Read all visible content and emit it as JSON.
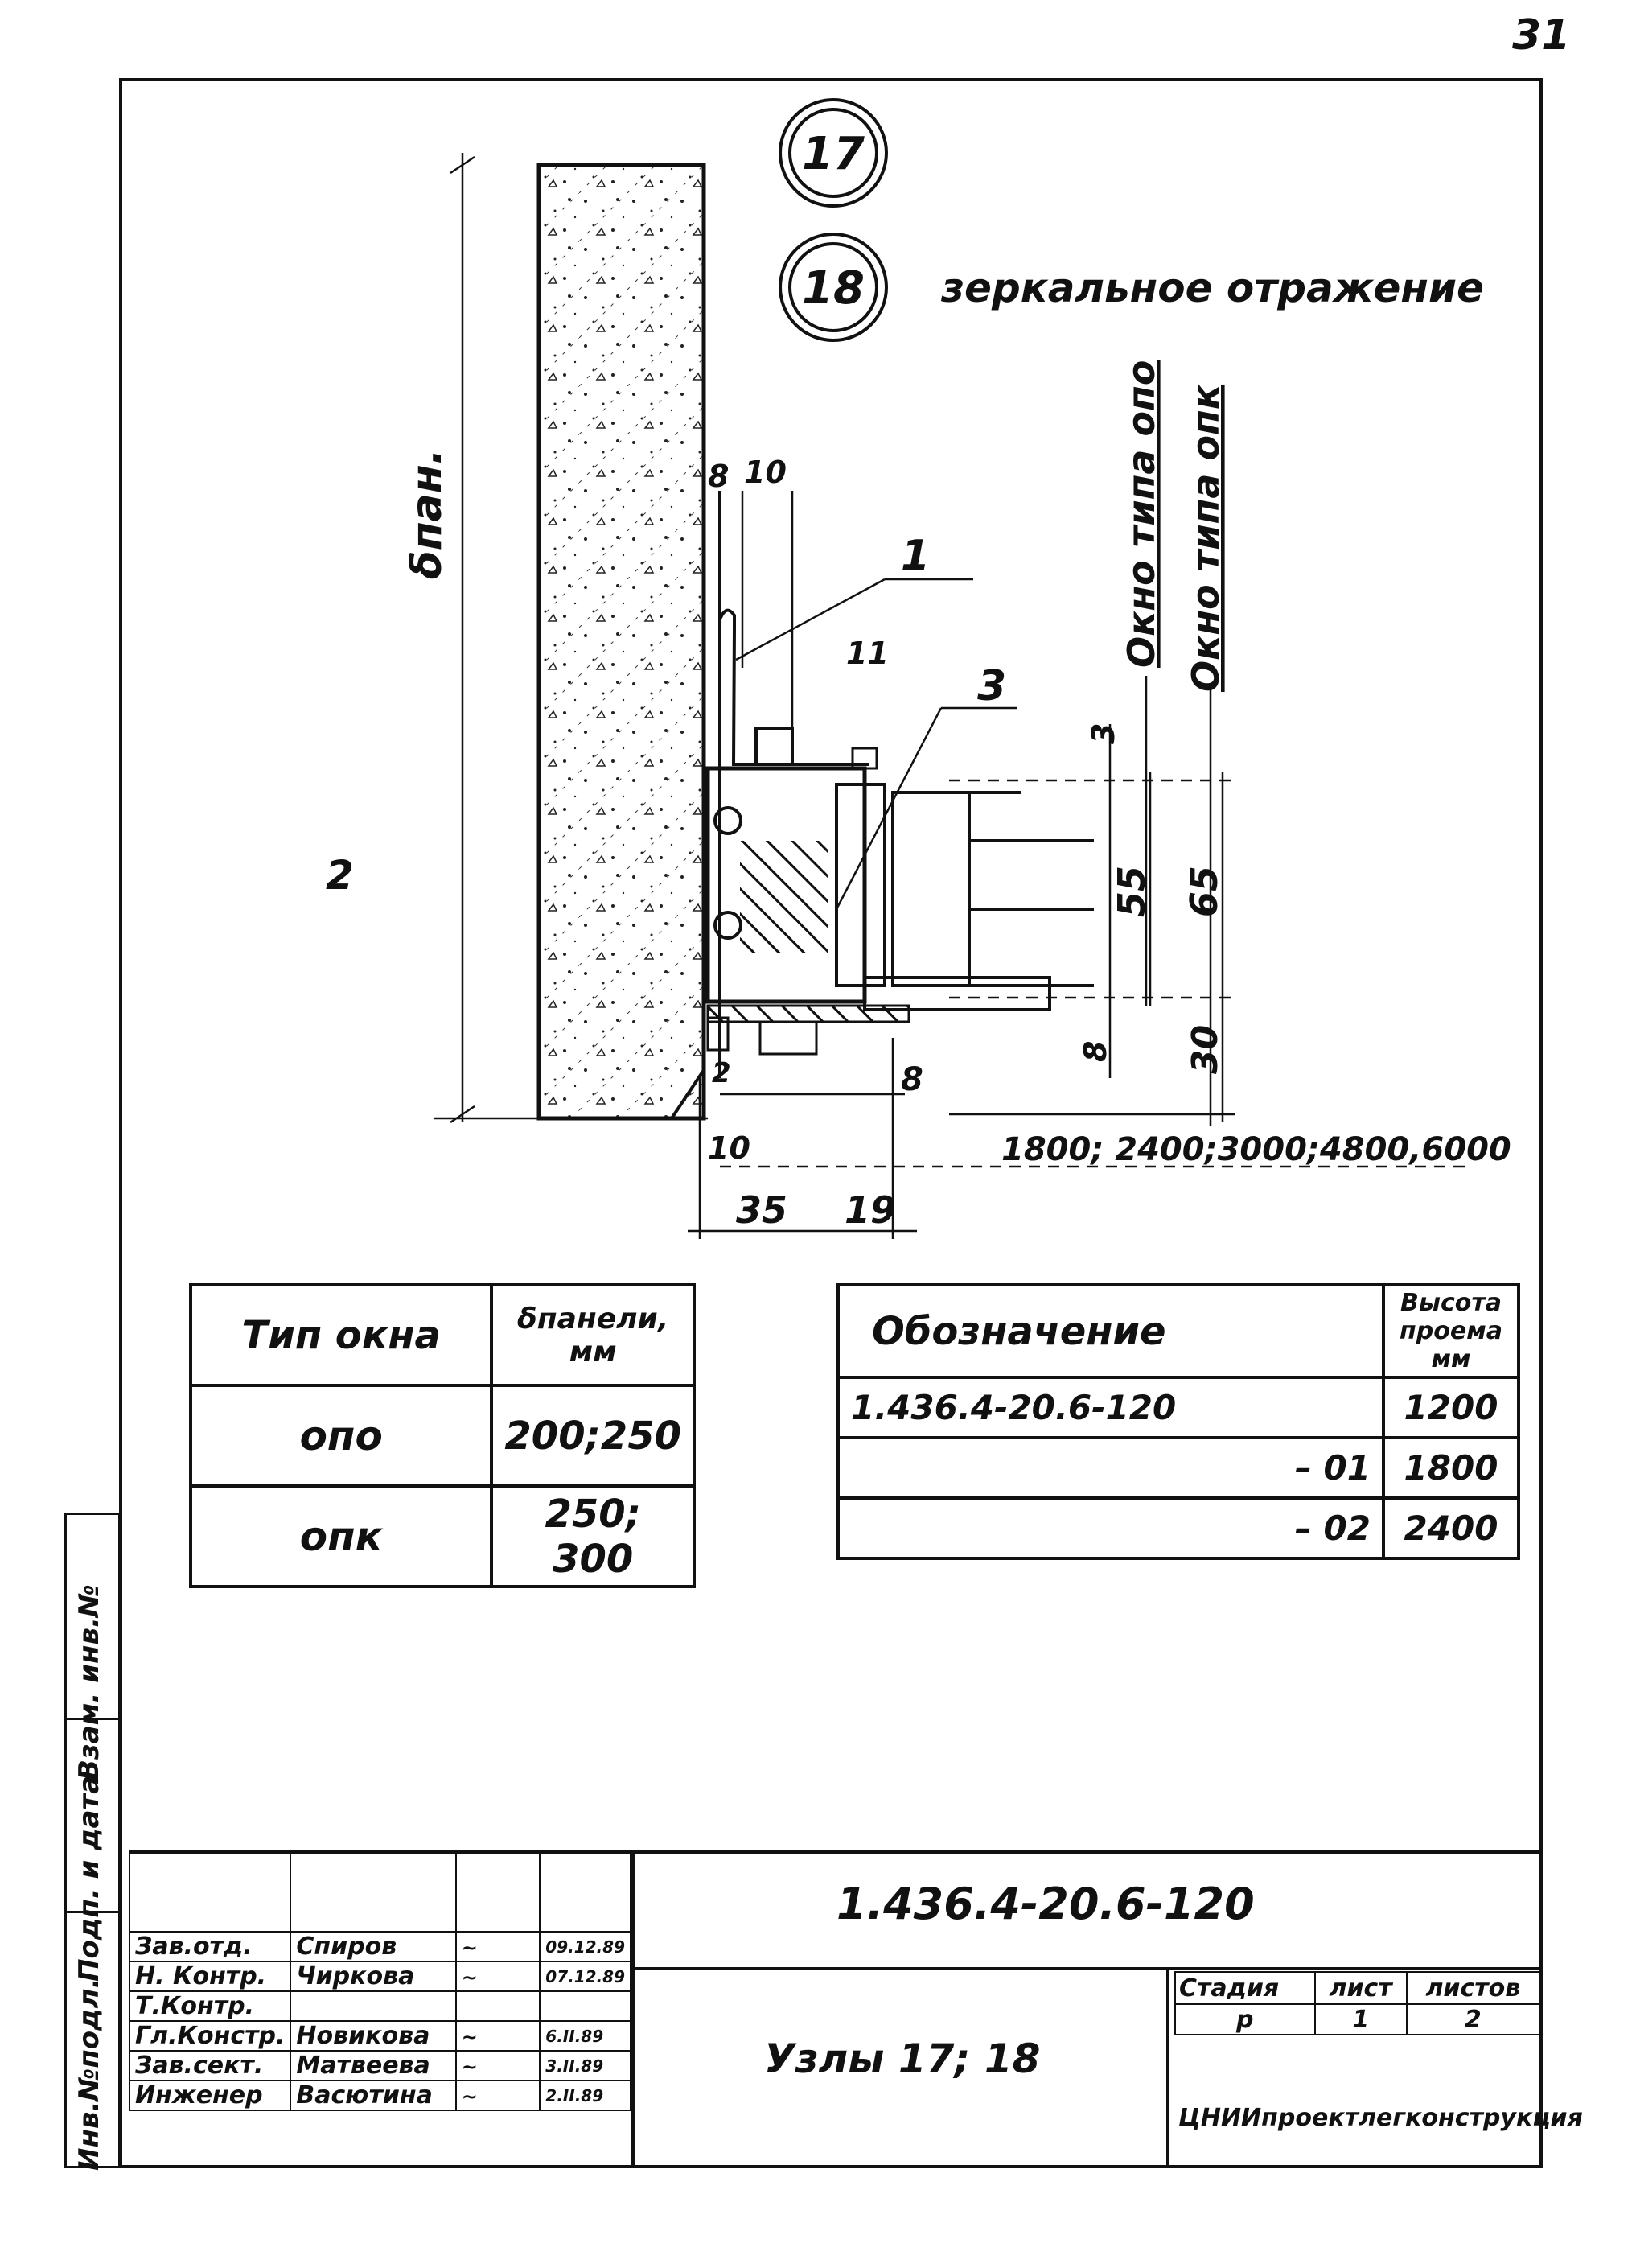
{
  "page_number": "31",
  "drawing": {
    "node_labels": [
      "17",
      "18"
    ],
    "mirror_note": "зеркальное отражение",
    "window_type_opo": "Окно типа опо",
    "window_type_opk": "Окно типа опк",
    "panel_thickness_label": "δпан.",
    "callouts": [
      "1",
      "2",
      "3"
    ],
    "dims": {
      "d8_top": "8",
      "d10_top": "10",
      "d11": "11",
      "d3_right": "3",
      "d55": "55",
      "d65": "65",
      "d8_right": "8",
      "d30": "30",
      "d2": "2",
      "d8_bottom": "8",
      "d10_bottom": "10",
      "d35": "35",
      "d19": "19",
      "spans": "1800; 2400;3000;4800,6000"
    }
  },
  "window_table": {
    "headers": [
      "Тип окна",
      "δпанели, мм"
    ],
    "rows": [
      [
        "опо",
        "200;250"
      ],
      [
        "опк",
        "250; 300"
      ]
    ]
  },
  "designation_table": {
    "headers": [
      "Обозначение",
      "Высота проема мм"
    ],
    "rows": [
      [
        "1.436.4-20.6-120",
        "1200"
      ],
      [
        "– 01",
        "1800"
      ],
      [
        "– 02",
        "2400"
      ]
    ]
  },
  "side_stamp": [
    "Инв.№подл.",
    "Подп. и дата",
    "Взам. инв.№"
  ],
  "title_block": {
    "signatures": [
      {
        "role": "Зав.отд.",
        "name": "Спиров",
        "date": "09.12.89"
      },
      {
        "role": "Н. Контр.",
        "name": "Чиркова",
        "date": "07.12.89"
      },
      {
        "role": "Т.Контр.",
        "name": "",
        "date": ""
      },
      {
        "role": "Гл.Констр.",
        "name": "Новикова",
        "date": "6.II.89"
      },
      {
        "role": "Зав.сект.",
        "name": "Матвеева",
        "date": "3.II.89"
      },
      {
        "role": "Инженер",
        "name": "Васютина",
        "date": "2.II.89"
      }
    ],
    "doc_code": "1.436.4-20.6-120",
    "title": "Узлы 17; 18",
    "stage_label": "Стадия",
    "sheet_label": "лист",
    "sheets_label": "листов",
    "stage": "р",
    "sheet": "1",
    "sheets": "2",
    "organization": "ЦНИИпроектлегконструкция"
  }
}
